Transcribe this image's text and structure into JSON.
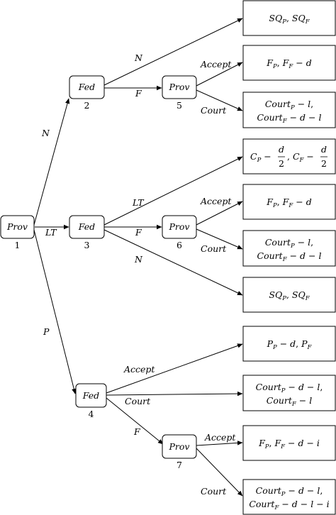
{
  "nodes": {
    "n1": {
      "label": "Prov",
      "num": "1"
    },
    "n2": {
      "label": "Fed",
      "num": "2"
    },
    "n3": {
      "label": "Fed",
      "num": "3"
    },
    "n4": {
      "label": "Fed",
      "num": "4"
    },
    "n5": {
      "label": "Prov",
      "num": "5"
    },
    "n6": {
      "label": "Prov",
      "num": "6"
    },
    "n7": {
      "label": "Prov",
      "num": "7"
    }
  },
  "edges": {
    "e1_2": "N",
    "e1_3": "LT",
    "e1_4": "P",
    "e2_o1": "N",
    "e2_5": "F",
    "e5_o2": "Accept",
    "e5_o3": "Court",
    "e3_o4": "LT",
    "e3_6": "F",
    "e3_o7": "N",
    "e6_o5": "Accept",
    "e6_o6": "Court",
    "e4_o8": "Accept",
    "e4_o9": "Court",
    "e4_7": "F",
    "e7_o10": "Accept",
    "e7_o11": "Court"
  },
  "outcomes": {
    "o1": "SQ_P, SQ_F",
    "o2": "F_P, F_F − d",
    "o3": "Court_P − l, Court_F − d − l",
    "o4": "C_P − d/2, C_F − d/2",
    "o5": "F_P, F_F − d",
    "o6": "Court_P − l, Court_F − d − l",
    "o7": "SQ_P, SQ_F",
    "o8": "P_P − d, P_F",
    "o9": "Court_P − d − l, Court_F − l",
    "o10": "F_P, F_F − d − i",
    "o11": "Court_P − d − l, Court_F − d − l − i"
  }
}
